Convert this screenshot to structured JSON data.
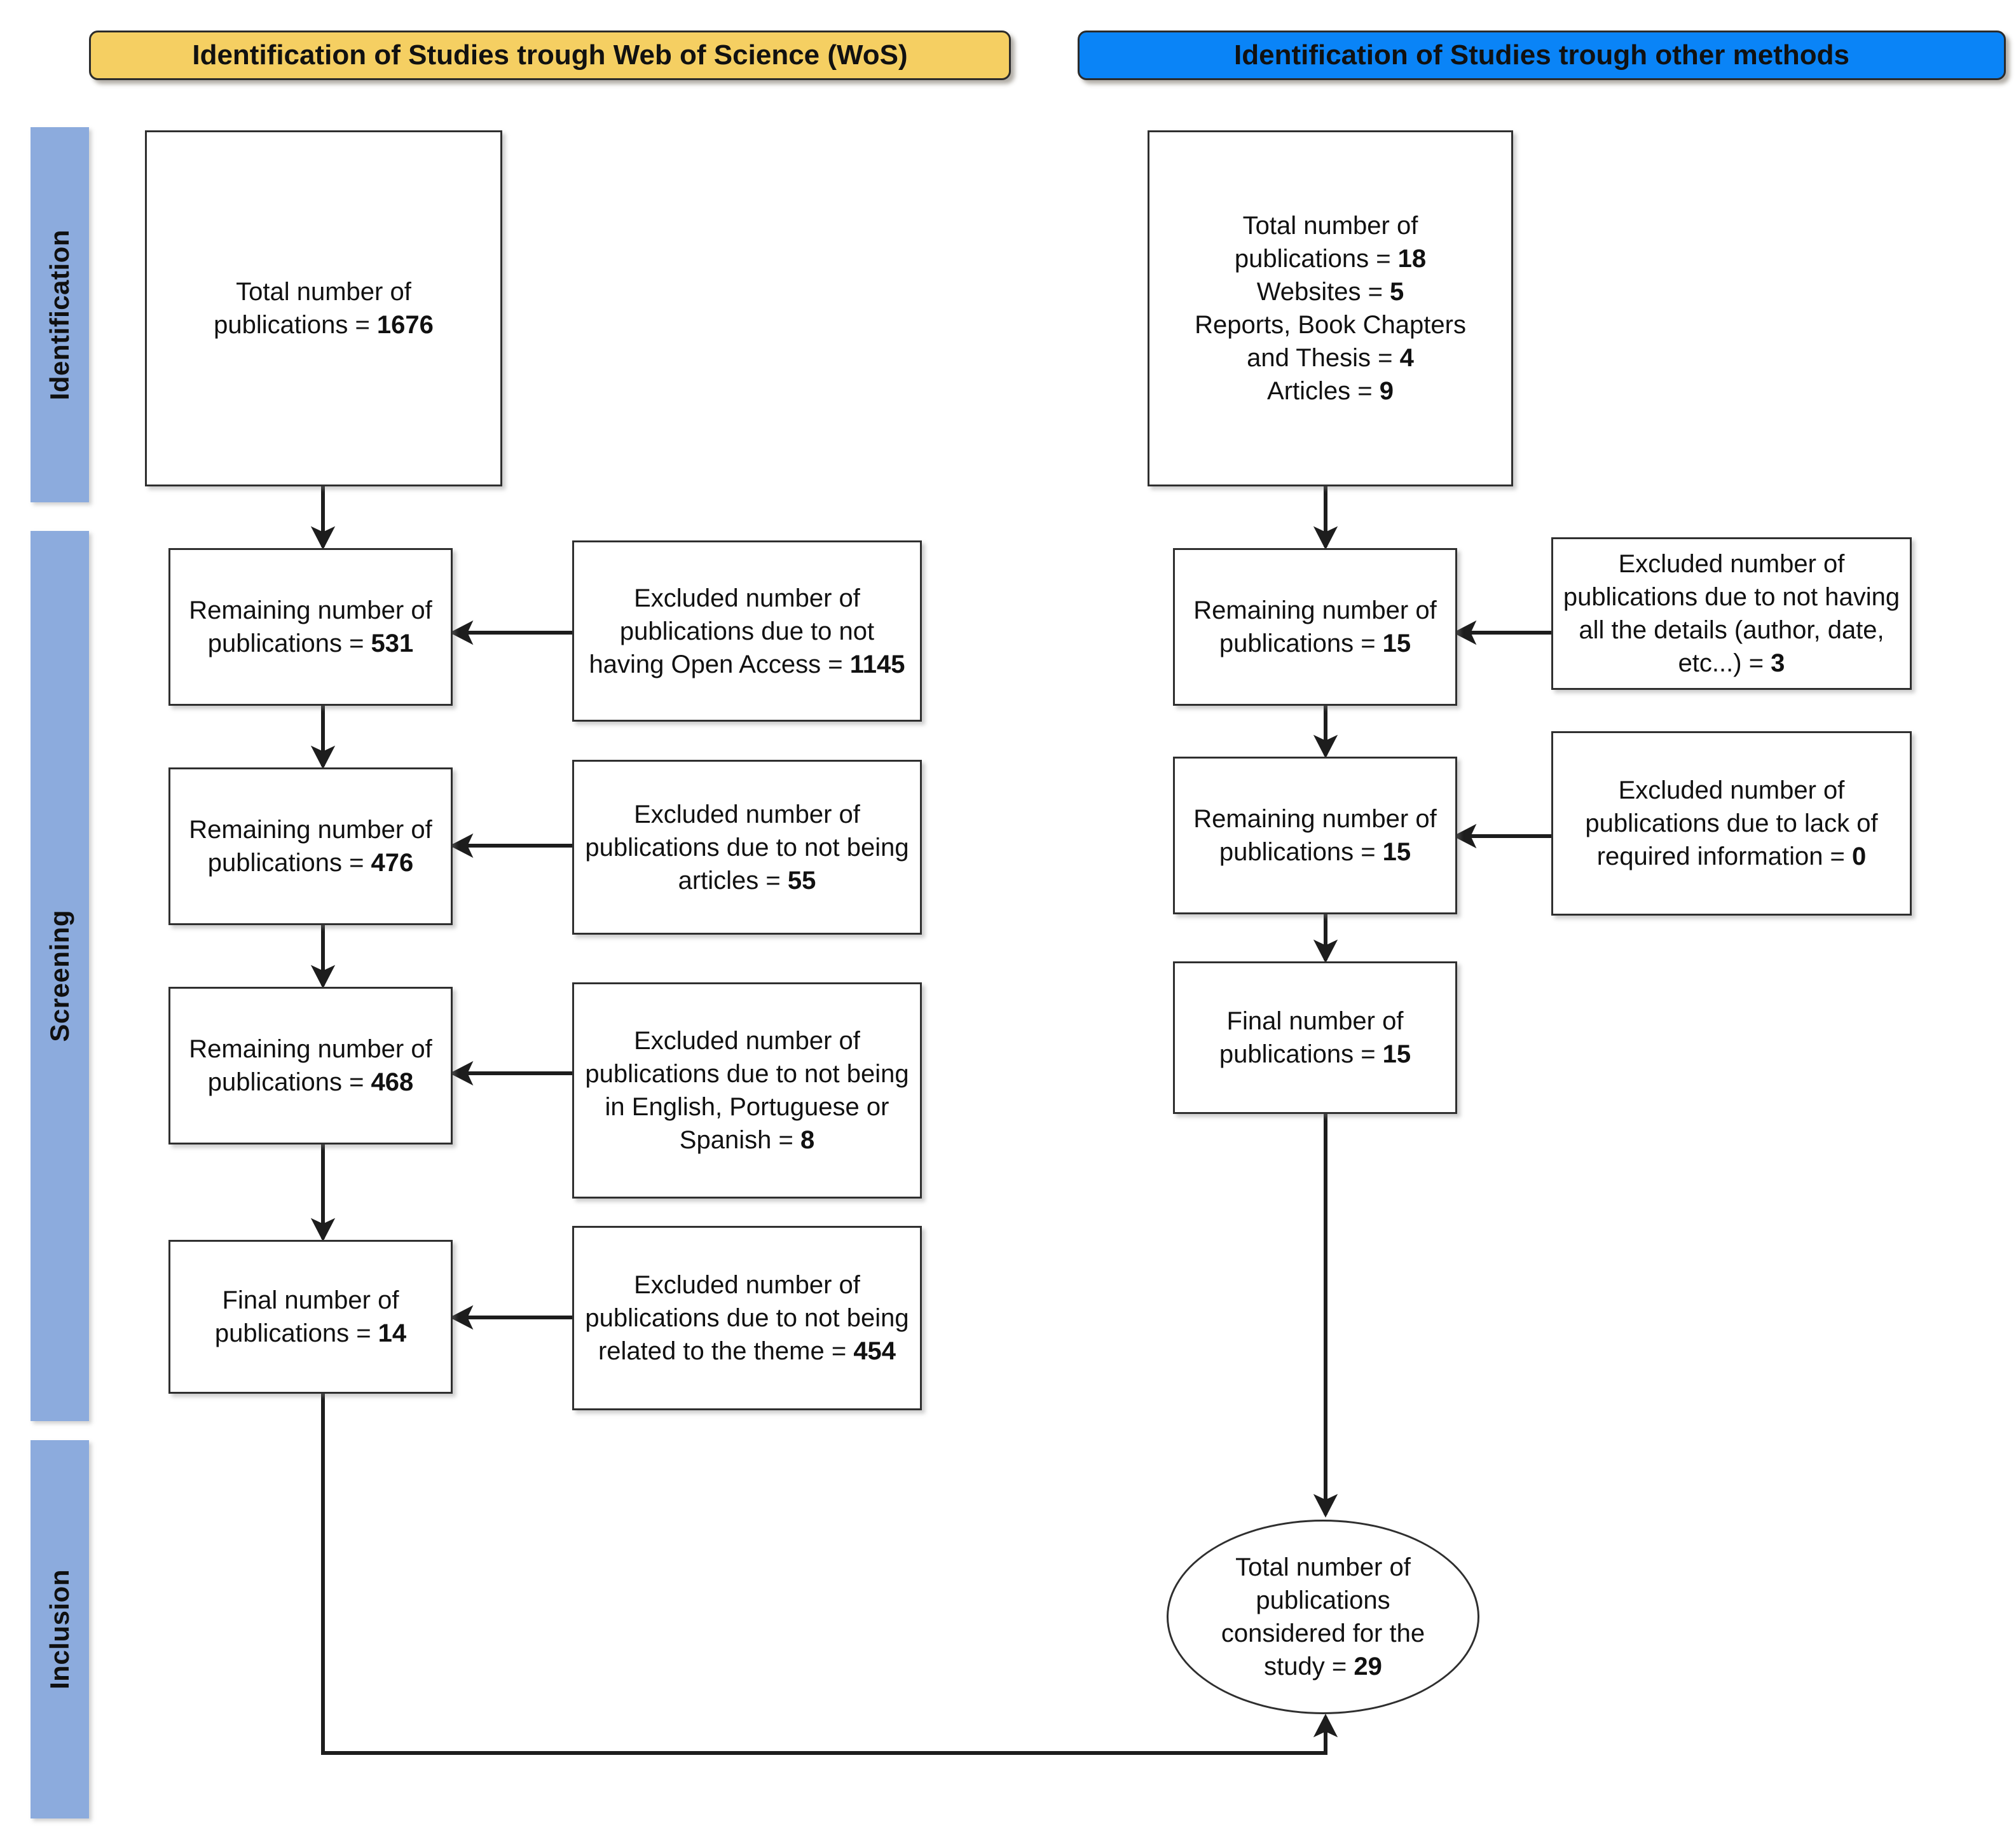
{
  "diagram": {
    "title": "PRISMA study selection flow diagram",
    "headers": [
      {
        "id": "wos",
        "label": "Identification of Studies trough Web of Science (WoS)",
        "color": "#f5cf62"
      },
      {
        "id": "other",
        "label": "Identification of Studies trough other methods",
        "color": "#0a84f7"
      }
    ],
    "stages": [
      {
        "id": "identification",
        "label": "Identification",
        "color": "#8cabdd"
      },
      {
        "id": "screening",
        "label": "Screening",
        "color": "#8cabdd"
      },
      {
        "id": "inclusion",
        "label": "Inclusion",
        "color": "#8cabdd"
      }
    ],
    "wos_column": {
      "identification_box": {
        "line1": "Total number of",
        "line2_pre": "publications = ",
        "line2_value": "1676"
      },
      "steps": [
        {
          "id": "wos-remaining-531",
          "line1": "Remaining number of",
          "line2_pre": "publications = ",
          "line2_value": "531",
          "exclusion": {
            "id": "wos-excluded-1145",
            "text_pre": "Excluded number of publications due to not having Open Access = ",
            "value": "1145"
          }
        },
        {
          "id": "wos-remaining-476",
          "line1": "Remaining number of",
          "line2_pre": "publications = ",
          "line2_value": "476",
          "exclusion": {
            "id": "wos-excluded-55",
            "text_pre": "Excluded number of publications due to not being articles = ",
            "value": "55"
          }
        },
        {
          "id": "wos-remaining-468",
          "line1": "Remaining number of",
          "line2_pre": "publications = ",
          "line2_value": "468",
          "exclusion": {
            "id": "wos-excluded-8",
            "text_pre": "Excluded number of publications due to not being in English, Portuguese or Spanish = ",
            "value": "8"
          }
        },
        {
          "id": "wos-final-14",
          "line1": "Final number of",
          "line2_pre": "publications = ",
          "line2_value": "14",
          "exclusion": {
            "id": "wos-excluded-454",
            "text_pre": "Excluded number of publications due to not being related to the theme = ",
            "value": "454"
          }
        }
      ]
    },
    "other_column": {
      "identification_box": {
        "line1": "Total number of",
        "line2_pre": "publications = ",
        "line2_value": "18",
        "line3_pre": "Websites = ",
        "line3_value": "5",
        "line4": "Reports, Book Chapters",
        "line5_pre": "and Thesis = ",
        "line5_value": "4",
        "line6_pre": "Articles = ",
        "line6_value": "9"
      },
      "steps": [
        {
          "id": "other-remaining-15-a",
          "line1": "Remaining number of",
          "line2_pre": "publications = ",
          "line2_value": "15",
          "exclusion": {
            "id": "other-excluded-3",
            "text_pre": "Excluded number of publications due to not having all the details (author, date, etc...) = ",
            "value": "3"
          }
        },
        {
          "id": "other-remaining-15-b",
          "line1": "Remaining number of",
          "line2_pre": "publications = ",
          "line2_value": "15",
          "exclusion": {
            "id": "other-excluded-0",
            "text_pre": "Excluded number of publications due to lack of required information = ",
            "value": "0"
          }
        },
        {
          "id": "other-final-15",
          "line1": "Final number of",
          "line2_pre": "publications = ",
          "line2_value": "15",
          "exclusion": null
        }
      ]
    },
    "result": {
      "id": "total-considered-29",
      "line1": "Total number of",
      "line2": "publications",
      "line3": "considered for the",
      "line4_pre": "study = ",
      "line4_value": "29"
    }
  }
}
